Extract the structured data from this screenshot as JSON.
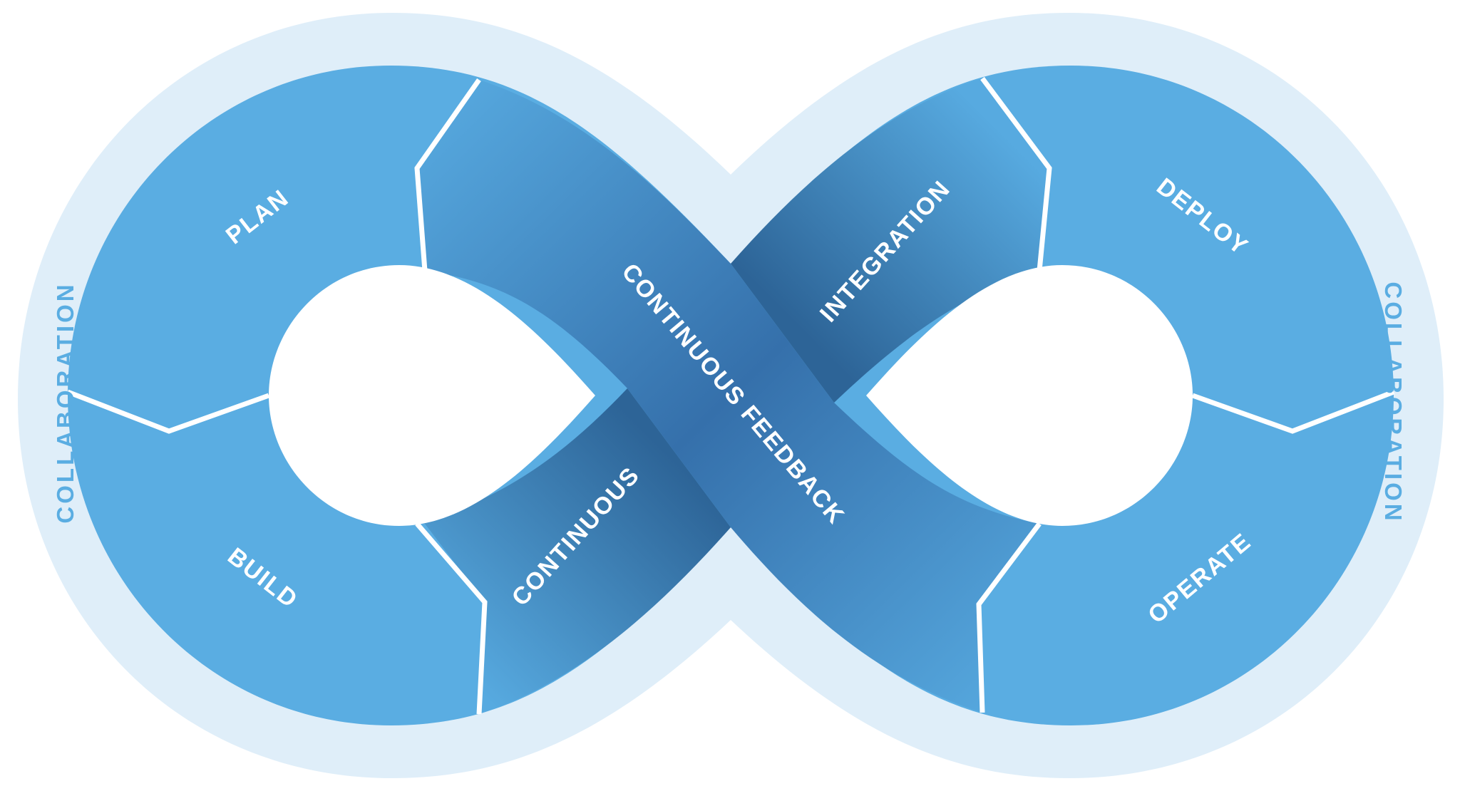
{
  "colors": {
    "outer_ring": "#dfeef9",
    "segment": "#5aade2",
    "band_light": "#52a5db",
    "band_mid": "#4289c6",
    "band_dark": "#336ea6",
    "divider": "#ffffff",
    "label": "#ffffff",
    "collab_label": "#5aade2"
  },
  "collaboration": {
    "left": "COLLABORATION",
    "right": "COLLABORATION"
  },
  "stages": {
    "plan": "PLAN",
    "build": "BUILD",
    "deploy": "DEPLOY",
    "operate": "OPERATE"
  },
  "bands": {
    "continuous_feedback": "CONTINUOUS FEEDBACK",
    "continuous": "CONTINUOUS",
    "integration": "INTEGRATION"
  }
}
